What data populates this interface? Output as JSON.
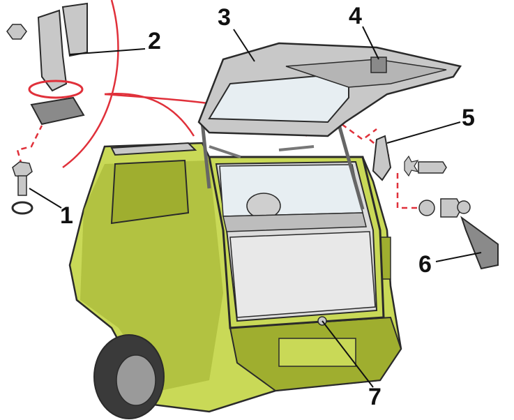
{
  "callouts": [
    {
      "id": "1",
      "label": "1"
    },
    {
      "id": "2",
      "label": "2"
    },
    {
      "id": "3",
      "label": "3"
    },
    {
      "id": "4",
      "label": "4"
    },
    {
      "id": "5",
      "label": "5"
    },
    {
      "id": "6",
      "label": "6"
    },
    {
      "id": "7",
      "label": "7"
    }
  ],
  "colors": {
    "body": "#c9d957",
    "body_shadow": "#9fae2f",
    "outline": "#2a2a2a",
    "metal": "#c8c8c8",
    "metal_dark": "#8a8a8a",
    "trunk": "#dcdcdc",
    "accent": "#e0303a",
    "glass": "#e7eef2"
  }
}
